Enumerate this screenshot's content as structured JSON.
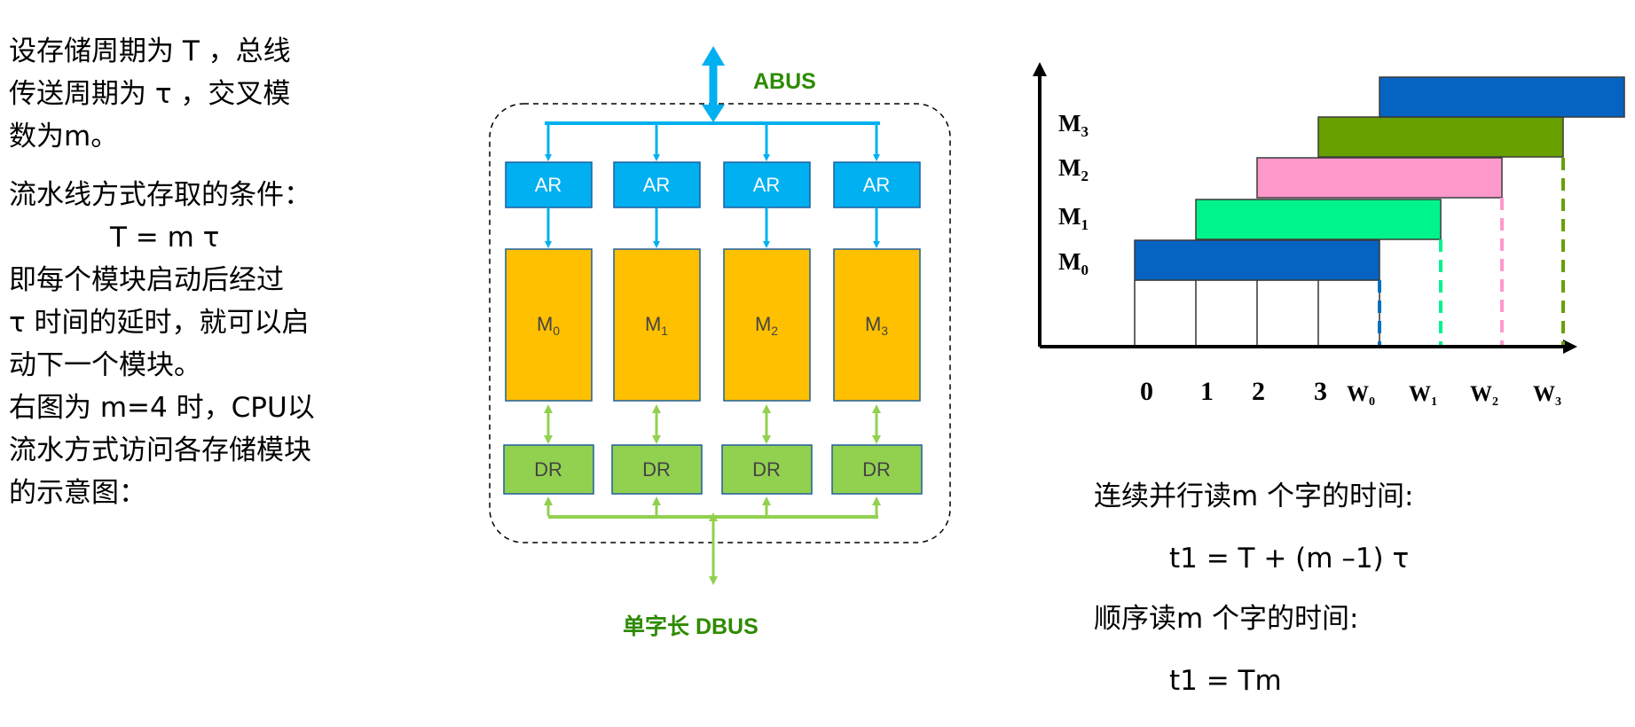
{
  "left": {
    "lines": [
      "设存储周期为 T ，总线",
      "传送周期为 τ ，交叉模",
      "数为m。",
      "流水线方式存取的条件：",
      "T = m τ",
      " 即每个模块启动后经过",
      "τ 时间的延时，就可以启",
      "动下一个模块。",
      "右图为 m=4 时，CPU以",
      "流水方式访问各存储模块",
      "的示意图："
    ]
  },
  "diagram": {
    "abus_label": "ABUS",
    "dbus_label": "单字长 DBUS",
    "ar_label": "AR",
    "dr_label": "DR",
    "module_prefix": "M",
    "module_indices": [
      "0",
      "1",
      "2",
      "3"
    ],
    "colors": {
      "bus_blue": "#00B0F0",
      "ar_fill": "#00B0F0",
      "module_fill": "#FFC000",
      "dr_fill": "#92D050",
      "bus_green": "#92D050",
      "label_green": "#2E8B00"
    }
  },
  "timing": {
    "rows": [
      {
        "letter": "M",
        "index": "3",
        "color": "#0563C1"
      },
      {
        "letter": "M",
        "index": "2",
        "color": "#FF99CC"
      },
      {
        "letter": "M",
        "index": "1",
        "color": "#00F48C"
      },
      {
        "letter": "M",
        "index": "0",
        "color": "#0563C1"
      }
    ],
    "bar_colors": [
      "#0563C1",
      "#00F48C",
      "#FF99CC",
      "#68A000",
      "#0563C1"
    ],
    "x_ticks": [
      "0",
      "1",
      "2",
      "3"
    ],
    "w_ticks": [
      {
        "letter": "W",
        "index": "0"
      },
      {
        "letter": "W",
        "index": "1"
      },
      {
        "letter": "W",
        "index": "2"
      },
      {
        "letter": "W",
        "index": "3"
      }
    ]
  },
  "right": {
    "lines": [
      "连续并行读m 个字的时间:",
      "t1 = T + (m –1) τ",
      "顺序读m 个字的时间:",
      "t1 = Tm"
    ]
  }
}
